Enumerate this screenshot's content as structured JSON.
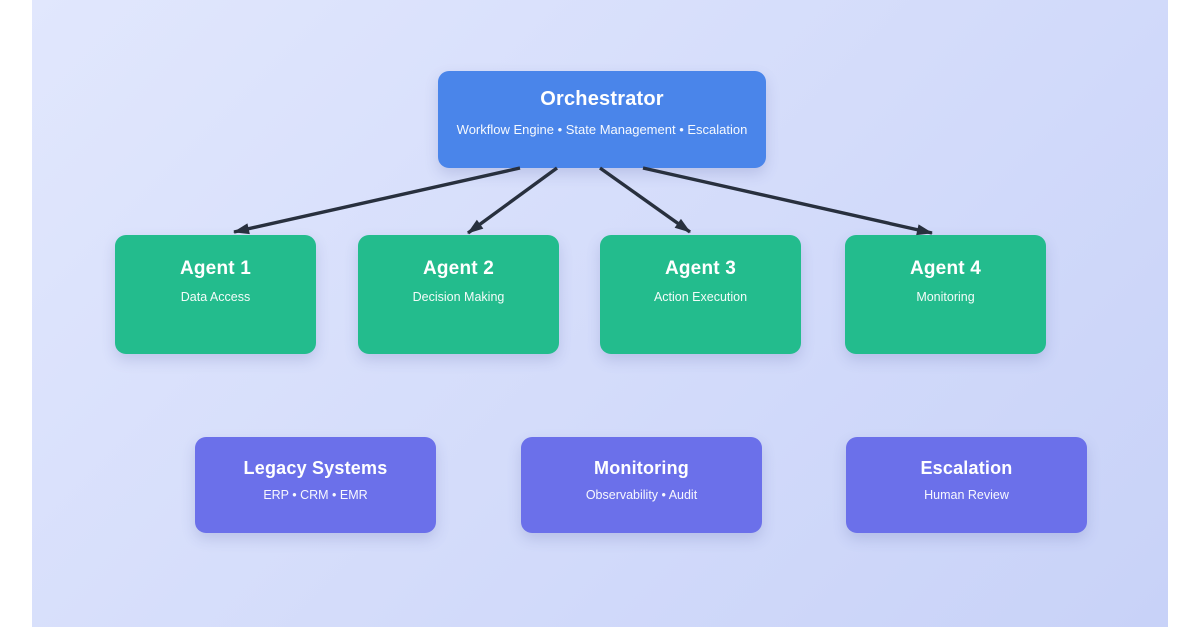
{
  "colors": {
    "page_bg": "#ffffff",
    "panel_start": "#e1e7fd",
    "panel_end": "#c8d2f8",
    "orchestrator": "#4a85ea",
    "agent": "#23bc8d",
    "support": "#6b70ea",
    "arrow": "#28303e",
    "text": "#ffffff"
  },
  "orchestrator": {
    "title": "Orchestrator",
    "subtitle": "Workflow Engine • State Management • Escalation"
  },
  "agents": [
    {
      "title": "Agent 1",
      "subtitle": "Data Access"
    },
    {
      "title": "Agent 2",
      "subtitle": "Decision Making"
    },
    {
      "title": "Agent 3",
      "subtitle": "Action Execution"
    },
    {
      "title": "Agent 4",
      "subtitle": "Monitoring"
    }
  ],
  "support": [
    {
      "title": "Legacy Systems",
      "subtitle": "ERP • CRM • EMR"
    },
    {
      "title": "Monitoring",
      "subtitle": "Observability • Audit"
    },
    {
      "title": "Escalation",
      "subtitle": "Human Review"
    }
  ]
}
